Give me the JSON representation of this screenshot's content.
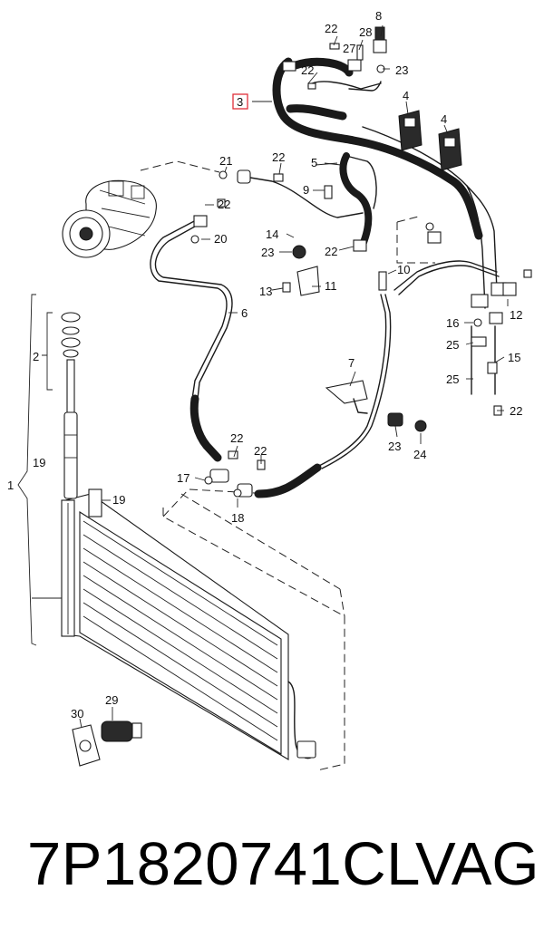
{
  "footer": {
    "part_number": "7P1820741CL",
    "brand": "VAG"
  },
  "callouts": {
    "c1": "1",
    "c2": "2",
    "c3": "3",
    "c4": "4",
    "c5": "5",
    "c6": "6",
    "c7": "7",
    "c8": "8",
    "c9": "9",
    "c10": "10",
    "c11": "11",
    "c12": "12",
    "c13": "13",
    "c14": "14",
    "c15": "15",
    "c16": "16",
    "c17": "17",
    "c18": "18",
    "c19": "19",
    "c20": "20",
    "c21": "21",
    "c22": "22",
    "c23": "23",
    "c24": "24",
    "c25": "25",
    "c27": "27",
    "c28": "28",
    "c29": "29",
    "c30": "30"
  },
  "highlight_color": "#e0303a"
}
